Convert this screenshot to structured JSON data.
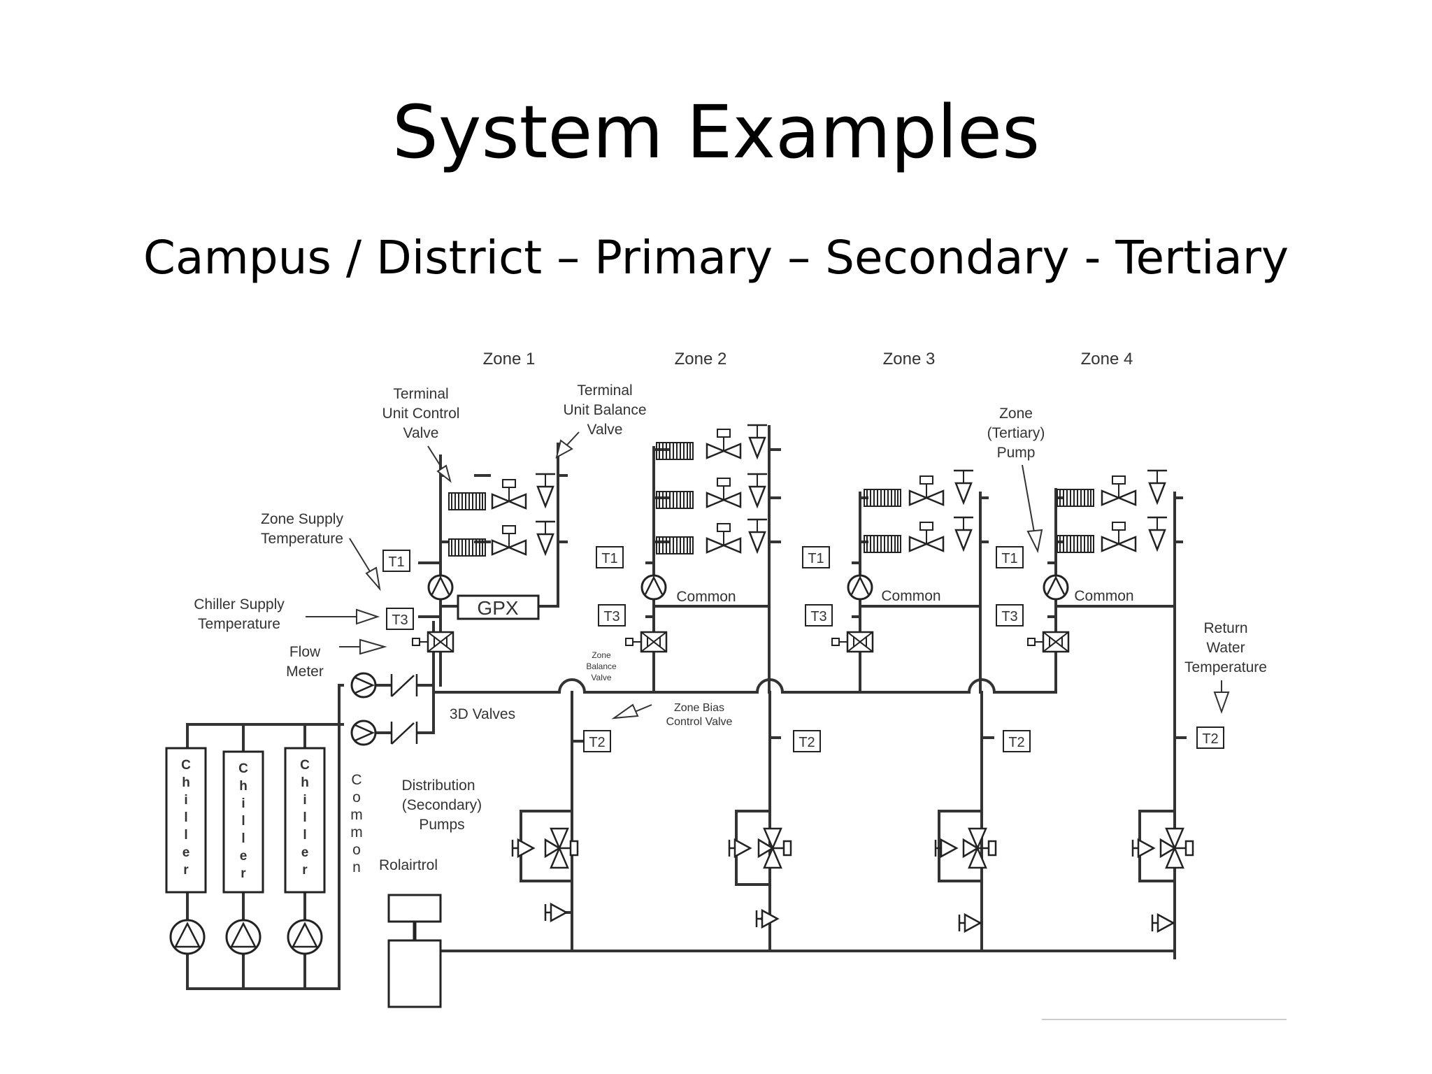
{
  "title": "System Examples",
  "subtitle": "Campus / District – Primary – Secondary - Tertiary",
  "diagram": {
    "zones": [
      "Zone 1",
      "Zone 2",
      "Zone 3",
      "Zone 4"
    ],
    "callouts": {
      "terminal_unit_control_valve": [
        "Terminal",
        "Unit Control",
        "Valve"
      ],
      "terminal_unit_balance_valve": [
        "Terminal",
        "Unit Balance",
        "Valve"
      ],
      "zone_tertiary_pump": [
        "Zone",
        "(Tertiary)",
        "Pump"
      ],
      "zone_supply_temperature": [
        "Zone Supply",
        "Temperature"
      ],
      "chiller_supply_temperature": [
        "Chiller Supply",
        "Temperature"
      ],
      "flow_meter": [
        "Flow",
        "Meter"
      ],
      "zone_balance_valve": [
        "Zone",
        "Balance",
        "Valve"
      ],
      "zone_bias_control_valve": [
        "Zone Bias",
        "Control Valve"
      ],
      "return_water_temperature": [
        "Return",
        "Water",
        "Temperature"
      ],
      "distribution_pumps": [
        "Distribution",
        "(Secondary)",
        "Pumps"
      ],
      "three_d_valves": "3D Valves",
      "rolairtrol": "Rolairtrol",
      "gpx": "GPX",
      "common": "Common"
    },
    "sensor_tags": {
      "t1": "T1",
      "t2": "T2",
      "t3": "T3"
    },
    "chiller_label": [
      "C",
      "h",
      "i",
      "l",
      "l",
      "e",
      "r"
    ],
    "common_vertical_label": [
      "C",
      "o",
      "m",
      "m",
      "o",
      "n"
    ]
  }
}
